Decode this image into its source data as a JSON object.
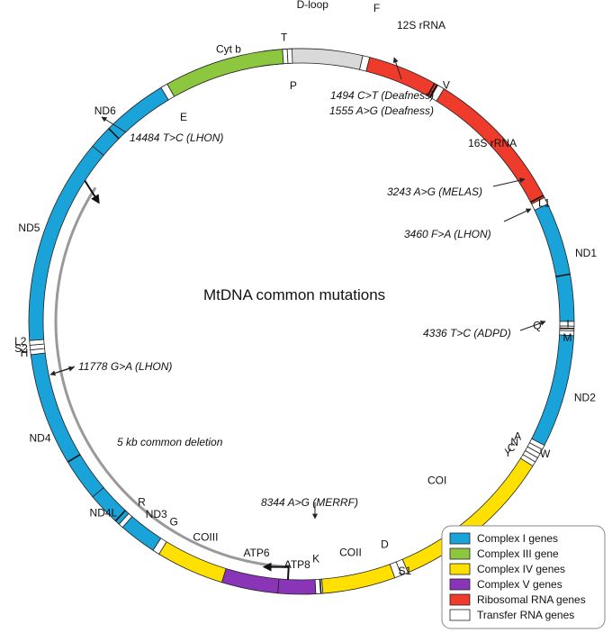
{
  "title": "MtDNA common mutations",
  "colors": {
    "complex1": "#1aa3d9",
    "complex3": "#8dc63f",
    "complex4": "#ffe000",
    "complex5": "#8a35b8",
    "rrna": "#ee3b2b",
    "trna": "#ffffff",
    "dloop": "#d9d9d9"
  },
  "segments": [
    {
      "name": "D-loop",
      "type": "dloop",
      "start": 352,
      "end": 373
    },
    {
      "name": "F",
      "type": "trna",
      "start": 373,
      "end": 374.5
    },
    {
      "name": "12S rRNA",
      "type": "rrna",
      "start": 374.5,
      "end": 390
    },
    {
      "name": "V",
      "type": "trna",
      "start": 390,
      "end": 391.5
    },
    {
      "name": "16S rRNA",
      "type": "rrna",
      "start": 391.5,
      "end": 423
    },
    {
      "name": "L1",
      "type": "trna",
      "start": 423,
      "end": 424.5
    },
    {
      "name": "ND1",
      "type": "complex1",
      "start": 424.5,
      "end": 450
    },
    {
      "name": "I",
      "type": "trna",
      "start": 450,
      "end": 451
    },
    {
      "name": "Q",
      "type": "trna",
      "start": 451,
      "end": 452
    },
    {
      "name": "M",
      "type": "trna",
      "start": 452,
      "end": 453
    },
    {
      "name": "ND2",
      "type": "complex1",
      "start": 453,
      "end": 477
    },
    {
      "name": "W",
      "type": "trna",
      "start": 477,
      "end": 478
    },
    {
      "name": "A",
      "type": "trna",
      "start": 478,
      "end": 479
    },
    {
      "name": "N",
      "type": "trna",
      "start": 479,
      "end": 480
    },
    {
      "name": "C",
      "type": "trna",
      "start": 480,
      "end": 481
    },
    {
      "name": "Y",
      "type": "trna",
      "start": 481,
      "end": 482
    },
    {
      "name": "COI",
      "type": "complex4",
      "start": 482,
      "end": 517
    },
    {
      "name": "S1",
      "type": "trna",
      "start": 517,
      "end": 518.5
    },
    {
      "name": "D",
      "type": "trna",
      "start": 518.5,
      "end": 520
    },
    {
      "name": "COII",
      "type": "complex4",
      "start": 520,
      "end": 535.5
    },
    {
      "name": "K",
      "type": "trna",
      "start": 535.5,
      "end": 537
    },
    {
      "name": "ATP8",
      "type": "complex5",
      "start": 537,
      "end": 545
    },
    {
      "name": "ATP6",
      "type": "complex5",
      "start": 545,
      "end": 557
    },
    {
      "name": "COIII",
      "type": "complex4",
      "start": 557,
      "end": 571.5
    },
    {
      "name": "G",
      "type": "trna",
      "start": 571.5,
      "end": 573
    },
    {
      "name": "ND3",
      "type": "complex1",
      "start": 573,
      "end": 581
    },
    {
      "name": "R",
      "type": "trna",
      "start": 581,
      "end": 582
    },
    {
      "name": "ND4L",
      "type": "complex1",
      "start": 582,
      "end": 590
    },
    {
      "name": "ND4",
      "type": "complex1",
      "start": 590,
      "end": 623
    },
    {
      "name": "H",
      "type": "trna",
      "start": 623,
      "end": 624
    },
    {
      "name": "S2",
      "type": "trna",
      "start": 624,
      "end": 625
    },
    {
      "name": "L2",
      "type": "trna",
      "start": 625,
      "end": 626
    },
    {
      "name": "ND5",
      "type": "complex1",
      "start": 626,
      "end": 670
    },
    {
      "name": "ND6",
      "type": "complex1",
      "start": 670,
      "end": 689
    },
    {
      "name": "E",
      "type": "trna",
      "start": 689,
      "end": 690.5
    },
    {
      "name": "Cyt b",
      "type": "complex3",
      "start": 690.5,
      "end": 716
    },
    {
      "name": "T",
      "type": "trna",
      "start": 716,
      "end": 717
    },
    {
      "name": "P",
      "type": "trna",
      "start": 717,
      "end": 718
    }
  ],
  "gene_labels": [
    {
      "text": "D-loop",
      "angle": 362,
      "r": 352
    },
    {
      "text": "F",
      "angle": 373.5,
      "r": 358
    },
    {
      "text": "12S rRNA",
      "angle": 382,
      "r": 355
    },
    {
      "text": "V",
      "angle": 391.5,
      "r": 308
    },
    {
      "text": "16S rRNA",
      "angle": 407,
      "r": 290
    },
    {
      "text": "L1",
      "angle": 424,
      "r": 300
    },
    {
      "text": "ND1",
      "angle": 436.5,
      "r": 325
    },
    {
      "text": "I",
      "angle": 450.5,
      "r": 296
    },
    {
      "text": "Q",
      "angle": 451,
      "r": 262
    },
    {
      "text": "M",
      "angle": 453.5,
      "r": 296
    },
    {
      "text": "ND2",
      "angle": 465,
      "r": 326
    },
    {
      "text": "W",
      "angle": 478.5,
      "r": 308
    },
    {
      "text": "A",
      "angle": 478,
      "r": 272
    },
    {
      "text": "N",
      "angle": 479.5,
      "r": 272
    },
    {
      "text": "C",
      "angle": 481,
      "r": 272
    },
    {
      "text": "Y",
      "angle": 482.5,
      "r": 272
    },
    {
      "text": "COI",
      "angle": 499.5,
      "r": 232
    },
    {
      "text": "S1",
      "angle": 517.5,
      "r": 300
    },
    {
      "text": "D",
      "angle": 519.5,
      "r": 264
    },
    {
      "text": "COII",
      "angle": 528,
      "r": 262
    },
    {
      "text": "K",
      "angle": 536.5,
      "r": 264
    },
    {
      "text": "ATP8",
      "angle": 541,
      "r": 270
    },
    {
      "text": "ATP6",
      "angle": 551,
      "r": 262
    },
    {
      "text": "COIII",
      "angle": 564,
      "r": 262
    },
    {
      "text": "G",
      "angle": 572.5,
      "r": 264
    },
    {
      "text": "ND3",
      "angle": 577,
      "r": 268
    },
    {
      "text": "R",
      "angle": 581.5,
      "r": 268
    },
    {
      "text": "ND4L",
      "angle": 586,
      "r": 306
    },
    {
      "text": "ND4",
      "angle": 606,
      "r": 318
    },
    {
      "text": "H",
      "angle": 623.5,
      "r": 310
    },
    {
      "text": "S2",
      "angle": 624.5,
      "r": 313
    },
    {
      "text": "L2",
      "angle": 626,
      "r": 313
    },
    {
      "text": "ND5",
      "angle": 649,
      "r": 320
    },
    {
      "text": "ND6",
      "angle": 677,
      "r": 320
    },
    {
      "text": "E",
      "angle": 690,
      "r": 262
    },
    {
      "text": "Cyt b",
      "angle": 705,
      "r": 313
    },
    {
      "text": "T",
      "angle": 716.5,
      "r": 316
    },
    {
      "text": "P",
      "angle": 718,
      "r": 262
    }
  ],
  "mutation_marks": [
    389.2,
    389.8,
    422.5,
    440,
    451.5,
    535.9,
    599,
    675,
    583
  ],
  "mutations": [
    {
      "id": "m1494",
      "prefix": "1494 C>T (",
      "disease": "Deafness",
      "suffix": ")",
      "mark": 389.2
    },
    {
      "id": "m1555",
      "prefix": "1555 A>G (",
      "disease": "Deafness",
      "suffix": ")",
      "mark": 389.8
    },
    {
      "id": "m3243",
      "prefix": "3243 A>G (",
      "disease": "MELAS",
      "suffix": ")",
      "mark": 422.5
    },
    {
      "id": "m3460",
      "prefix": "3460 F>A (",
      "disease": "LHON",
      "suffix": ")",
      "mark": 440
    },
    {
      "id": "m4336",
      "prefix": "4336 T>C (",
      "disease": "ADPD",
      "suffix": ")",
      "mark": 451.5
    },
    {
      "id": "m8344",
      "prefix": "8344 A>G (",
      "disease": "MERRF",
      "suffix": ")",
      "mark": 535.9
    },
    {
      "id": "m11778",
      "prefix": "11778 G>A (",
      "disease": "LHON",
      "suffix": ")",
      "mark": 599
    },
    {
      "id": "m14484",
      "prefix": "14484 T>C (",
      "disease": "LHON",
      "suffix": ")",
      "mark": 675
    }
  ],
  "deletion": {
    "label": "5 kb common deletion",
    "start": 543,
    "end": 663
  },
  "legend": [
    {
      "label": "Complex I genes",
      "type": "complex1"
    },
    {
      "label": "Complex III gene",
      "type": "complex3"
    },
    {
      "label": "Complex IV genes",
      "type": "complex4"
    },
    {
      "label": "Complex V genes",
      "type": "complex5"
    },
    {
      "label": "Ribosomal RNA genes",
      "type": "rrna"
    },
    {
      "label": "Transfer RNA genes",
      "type": "trna"
    }
  ]
}
